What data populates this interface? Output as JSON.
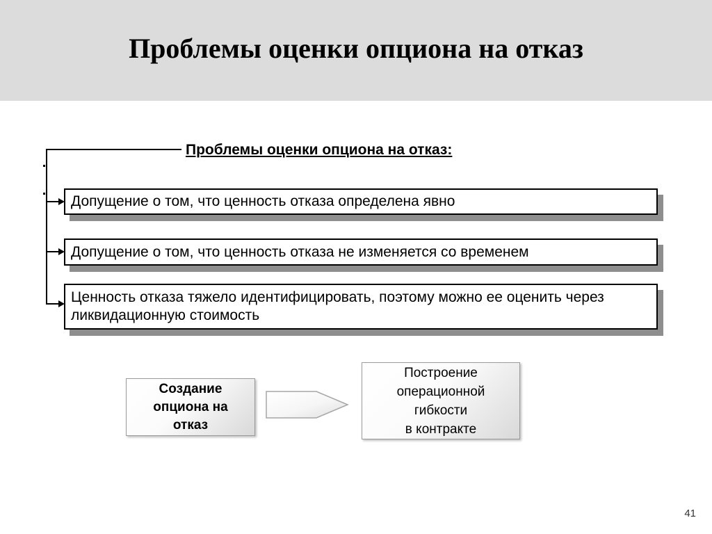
{
  "slide": {
    "title": "Проблемы оценки опциона на отказ",
    "page_number": "41"
  },
  "tree": {
    "heading": "Проблемы оценки опциона на отказ:",
    "items": [
      {
        "text": "Допущение о том, что ценность отказа определена явно"
      },
      {
        "text": "Допущение о том, что ценность отказа не изменяется со временем"
      },
      {
        "text": "Ценность отказа тяжело идентифицировать, поэтому можно ее оценить через\nликвидационную стоимость"
      }
    ]
  },
  "flow": {
    "source_label": "Создание\nопциона на\nотказ",
    "arrow_icon": "right-arrow",
    "target_label": "Построение\nоперационной\nгибкости\nв контракте"
  },
  "colors": {
    "header_band": "#dcdcdd",
    "box_shadow": "#8e8e8e",
    "box_border": "#000000",
    "flow_box_border": "#9a9a9a",
    "flow_box_gradient_end": "#d9d9d9"
  }
}
